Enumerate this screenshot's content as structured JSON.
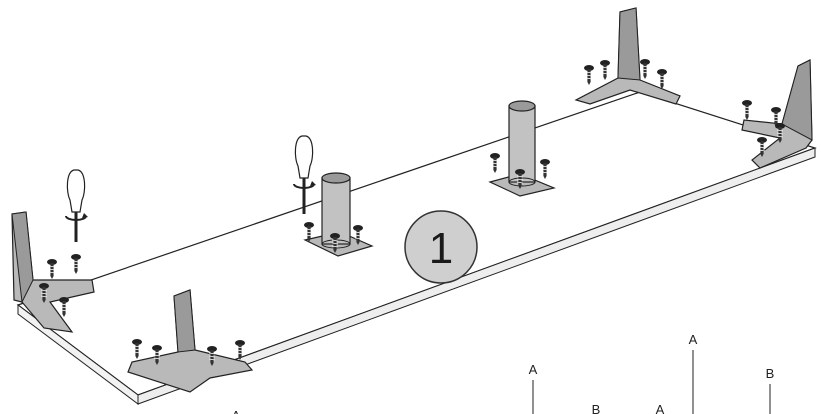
{
  "figure": {
    "step_number": "1",
    "part_labels": [
      "A",
      "B",
      "A",
      "A",
      "B",
      "A"
    ]
  },
  "colors": {
    "line": "#222222",
    "part_fill": "#b9b9b9",
    "part_shade": "#8e8e8e",
    "badge_fill": "#cfcfcf",
    "screw": "#333333"
  },
  "icons": [
    "screwdriver-icon",
    "screw-icon",
    "rotation-arrow-icon"
  ]
}
